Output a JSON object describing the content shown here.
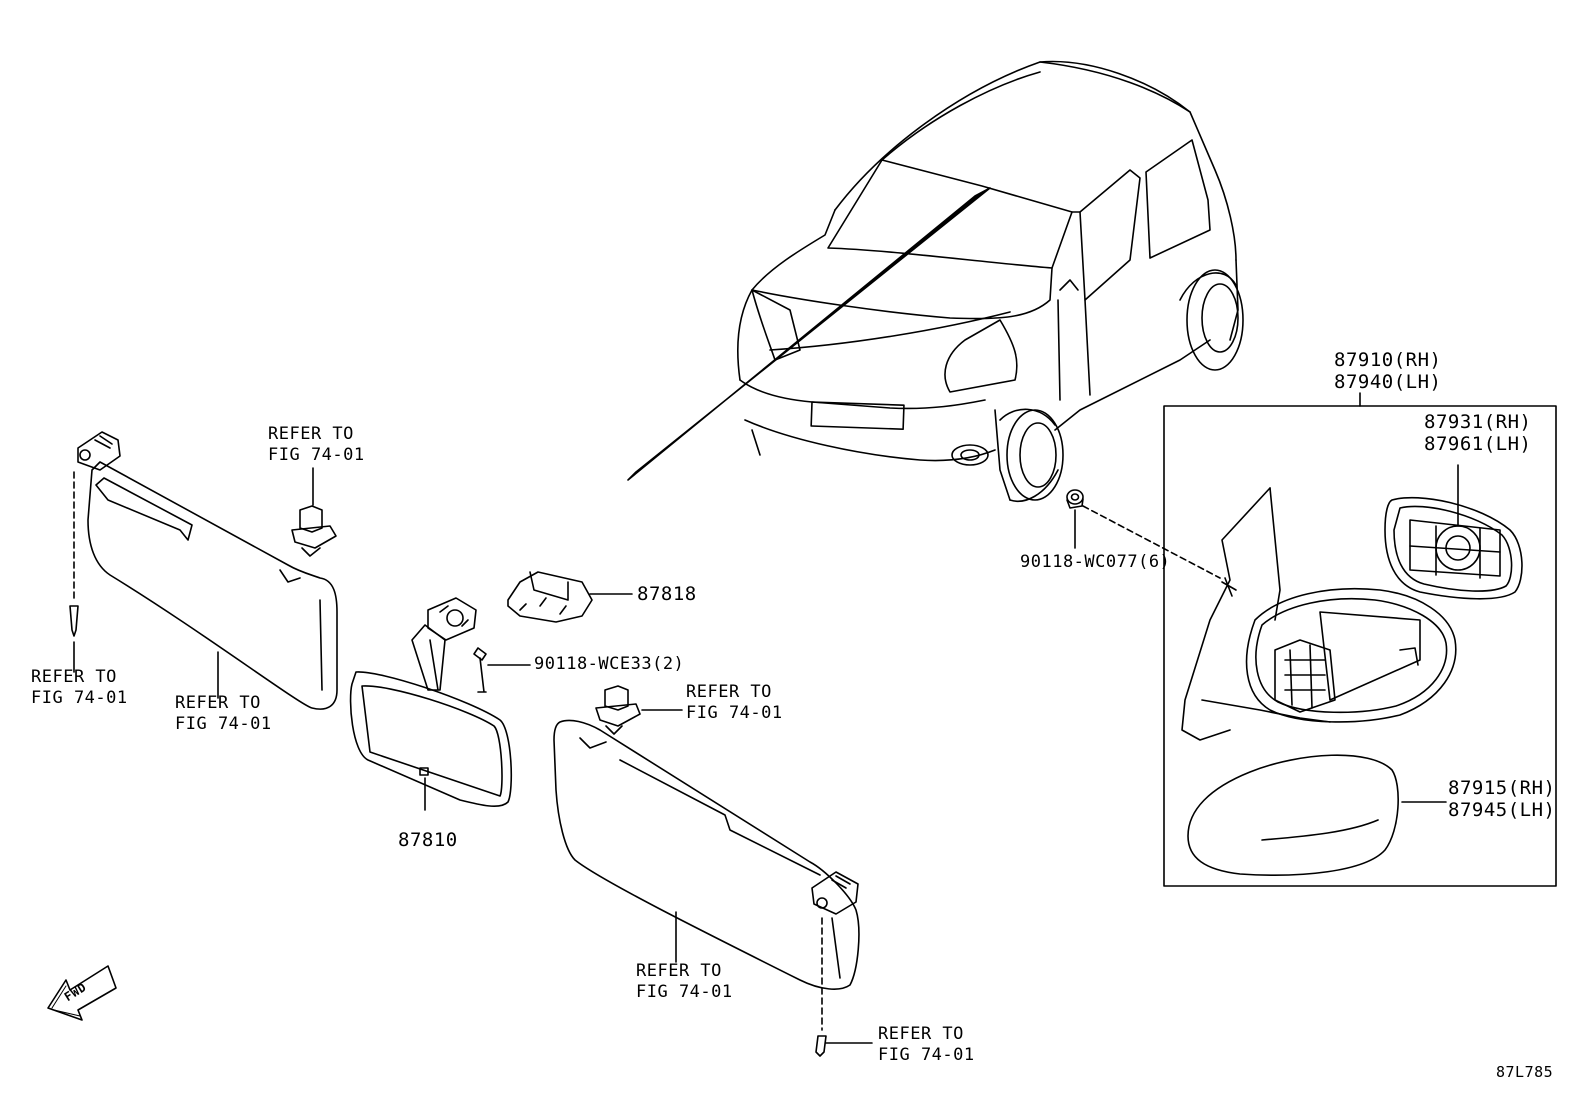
{
  "colors": {
    "ink": "#000000",
    "background": "#ffffff"
  },
  "labels": {
    "refer_sunvisor_lh_clip": [
      "REFER TO",
      "FIG 74-01"
    ],
    "refer_screw_left": [
      "REFER TO",
      "FIG 74-01"
    ],
    "refer_sunvisor_left": [
      "REFER TO",
      "FIG 74-01"
    ],
    "refer_clip_right": [
      "REFER TO",
      "FIG 74-01"
    ],
    "refer_sunvisor_right": [
      "REFER TO",
      "FIG 74-01"
    ],
    "refer_screw_right": [
      "REFER TO",
      "FIG 74-01"
    ],
    "part_87818": "87818",
    "part_90118_wce33": "90118-WCE33(2)",
    "part_87810": "87810",
    "part_90118_wc077": "90118-WC077(6)",
    "outer_mirror_assy": [
      "87910(RH)",
      "87940(LH)"
    ],
    "mirror_glass": [
      "87931(RH)",
      "87961(LH)"
    ],
    "mirror_cover": [
      "87915(RH)",
      "87945(LH)"
    ],
    "fwd_arrow": "FWD",
    "figure_code": "87L785"
  }
}
